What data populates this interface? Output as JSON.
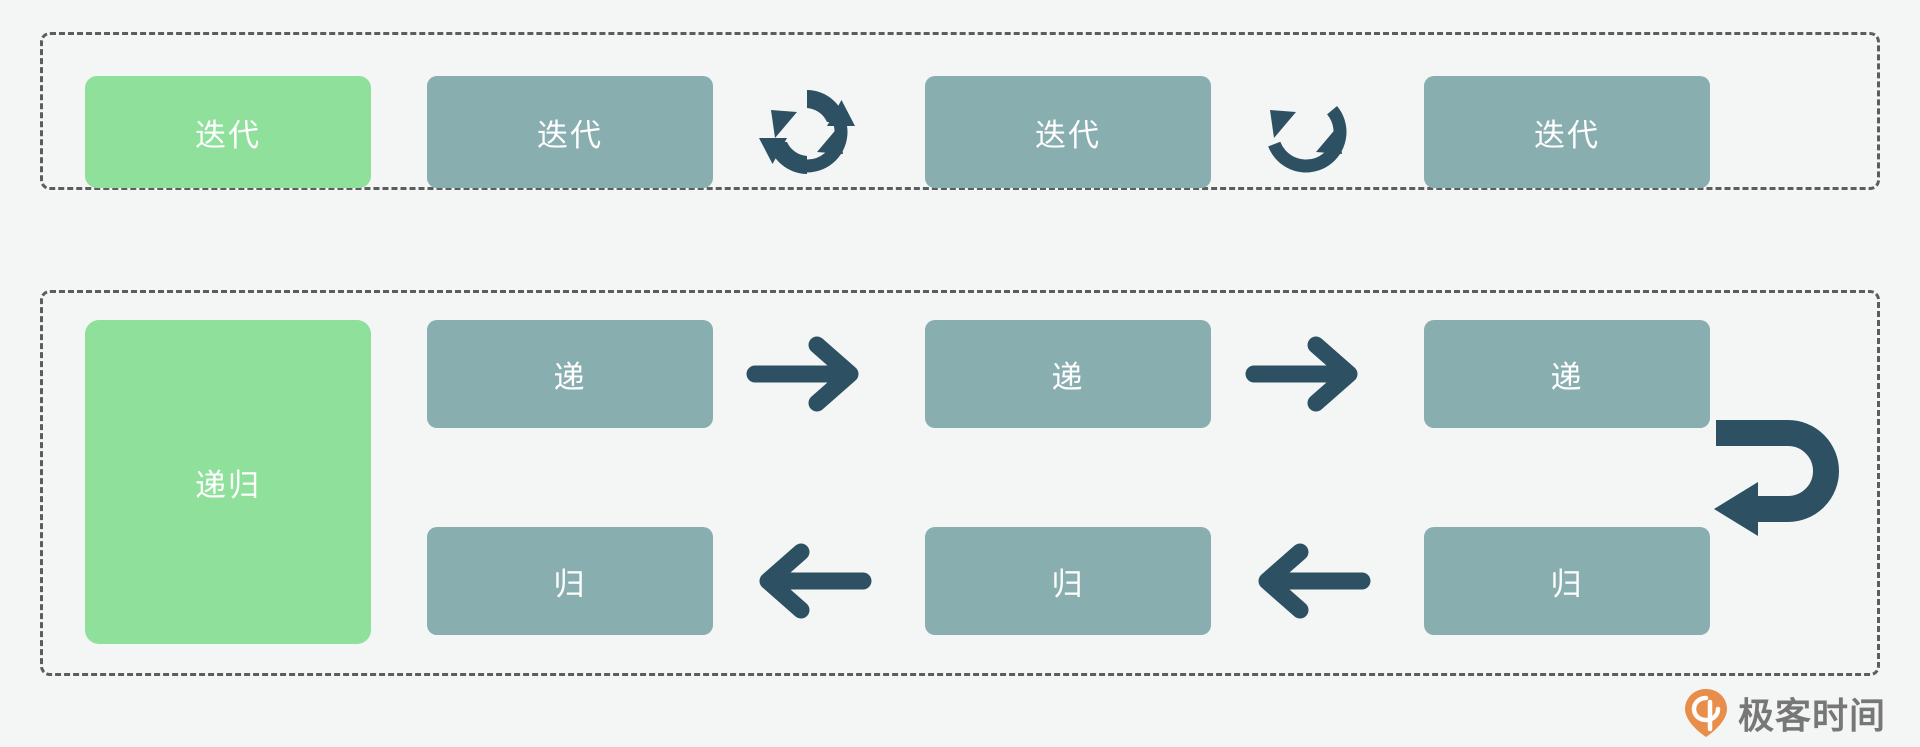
{
  "diagram": {
    "background_color": "#f4f6f5",
    "palette": {
      "highlight_green": "#8ee09b",
      "node_teal": "#89aeb0",
      "arrow_dark": "#2d5163",
      "group_border": "#5a5f5e",
      "node_text": "#ffffff"
    },
    "groups": [
      {
        "id": "iteration",
        "name": "iteration-group",
        "label_box": {
          "text": "迭代",
          "style": "green"
        },
        "nodes": [
          {
            "text": "迭代",
            "style": "teal"
          },
          {
            "text": "迭代",
            "style": "teal"
          },
          {
            "text": "迭代",
            "style": "teal"
          }
        ],
        "connectors": [
          {
            "icon": "loop-circular-arrows-icon"
          },
          {
            "icon": "loop-circular-arrows-icon"
          }
        ]
      },
      {
        "id": "recursion",
        "name": "recursion-group",
        "label_box": {
          "text": "递归",
          "style": "green"
        },
        "forward_row": {
          "nodes": [
            {
              "text": "递",
              "style": "teal"
            },
            {
              "text": "递",
              "style": "teal"
            },
            {
              "text": "递",
              "style": "teal"
            }
          ],
          "connectors": [
            {
              "icon": "arrow-right-icon"
            },
            {
              "icon": "arrow-right-icon"
            }
          ]
        },
        "return_row": {
          "nodes": [
            {
              "text": "归",
              "style": "teal"
            },
            {
              "text": "归",
              "style": "teal"
            },
            {
              "text": "归",
              "style": "teal"
            }
          ],
          "connectors": [
            {
              "icon": "arrow-left-icon"
            },
            {
              "icon": "arrow-left-icon"
            }
          ]
        },
        "turnaround": {
          "icon": "u-turn-arrow-icon"
        }
      }
    ]
  },
  "watermark": {
    "text": "极客时间",
    "logo_color": "#e8853c",
    "text_color": "#6d6d6d"
  }
}
